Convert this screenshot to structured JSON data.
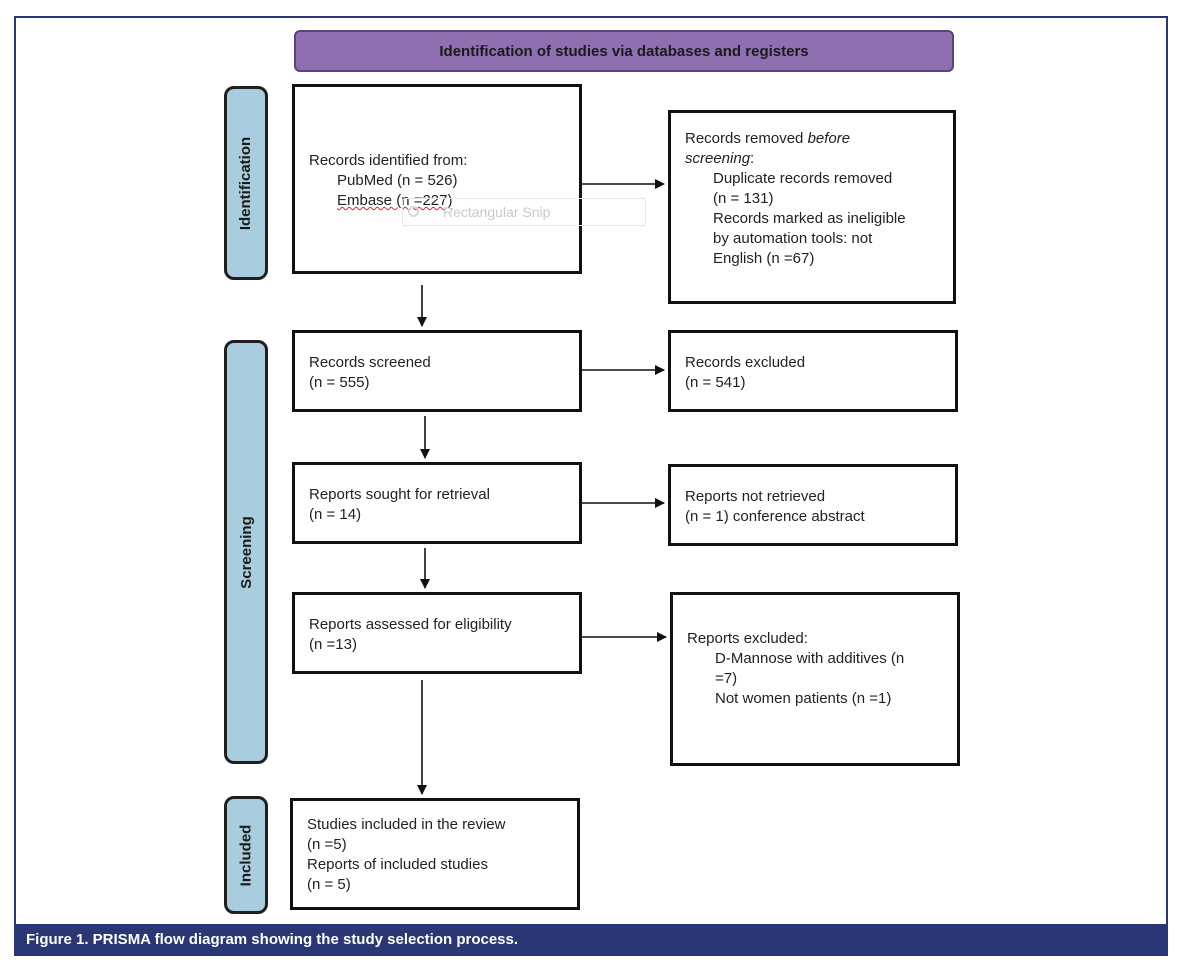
{
  "header": {
    "title": "Identification  of studies via databases and registers"
  },
  "phases": {
    "identification": "Identification",
    "screening": "Screening",
    "included": "Included"
  },
  "boxes": {
    "records_identified": {
      "line1": "Records identified from:",
      "line2": "PubMed (n = 526)",
      "line3": "Embase (n =227)"
    },
    "records_removed": {
      "line1_pre": "Records removed ",
      "line1_em": "before",
      "line2_em": "screening",
      "line2_post": ":",
      "line3": "Duplicate records removed",
      "line4": "(n = 131)",
      "line5": "Records marked as ineligible",
      "line6": "by automation tools: not",
      "line7": "English (n =67)"
    },
    "records_screened": {
      "line1": "Records screened",
      "line2": "(n = 555)"
    },
    "records_excluded": {
      "line1": "Records excluded",
      "line2": "(n = 541)"
    },
    "reports_sought": {
      "line1": "Reports sought for retrieval",
      "line2": "(n = 14)"
    },
    "reports_not_retrieved": {
      "line1": "Reports not retrieved",
      "line2": "(n = 1) conference abstract"
    },
    "reports_assessed": {
      "line1": "Reports assessed for eligibility",
      "line2": "(n =13)"
    },
    "reports_excluded": {
      "line1": "Reports excluded:",
      "line2": "D-Mannose with additives (n",
      "line3": "=7)",
      "line4": "Not women patients (n =1)"
    },
    "studies_included": {
      "line1": "Studies included in the review",
      "line2": "(n =5)",
      "line3": "Reports of included studies",
      "line4": "(n = 5)"
    }
  },
  "overlay": {
    "snip_label": "Rectangular Snip"
  },
  "caption": "Figure 1.  PRISMA flow diagram showing the study selection process.",
  "colors": {
    "header_fill": "#8e6fb0",
    "phase_fill": "#a9cddf",
    "caption_bar": "#2b3674"
  }
}
